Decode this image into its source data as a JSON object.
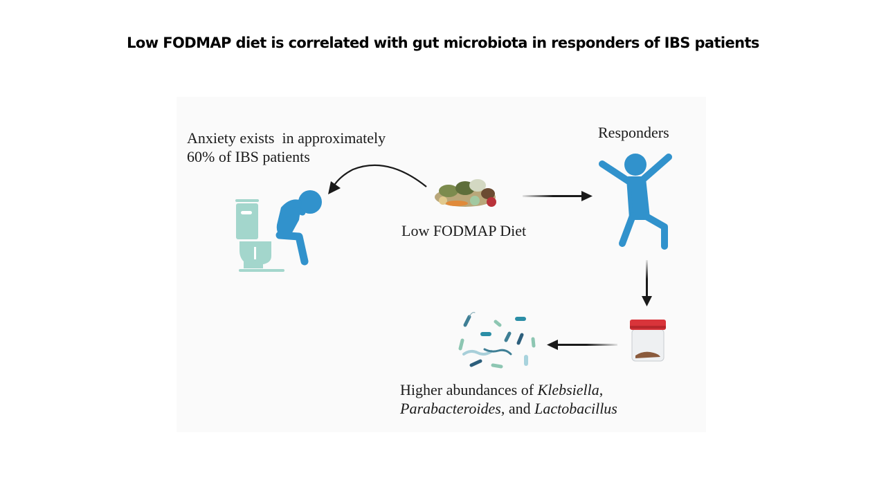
{
  "title": "Low FODMAP diet is correlated with gut microbiota in responders of IBS patients",
  "anxiety_text": {
    "line1": "Anxiety exists  in approximately",
    "line2": "60% of IBS patients"
  },
  "diet_label": "Low FODMAP Diet",
  "responders_label": "Responders",
  "result_text": {
    "prefix": "Higher abundances of ",
    "genus1": "Klebsiella",
    "sep1": ",",
    "genus2": "Parabacteroides",
    "sep2": ", and ",
    "genus3": "Lactobacillus"
  },
  "colors": {
    "person_blue": "#3192cc",
    "toilet_teal": "#a3d6cc",
    "lid_red": "#d9343a",
    "arrow": "#1a1a1a"
  }
}
